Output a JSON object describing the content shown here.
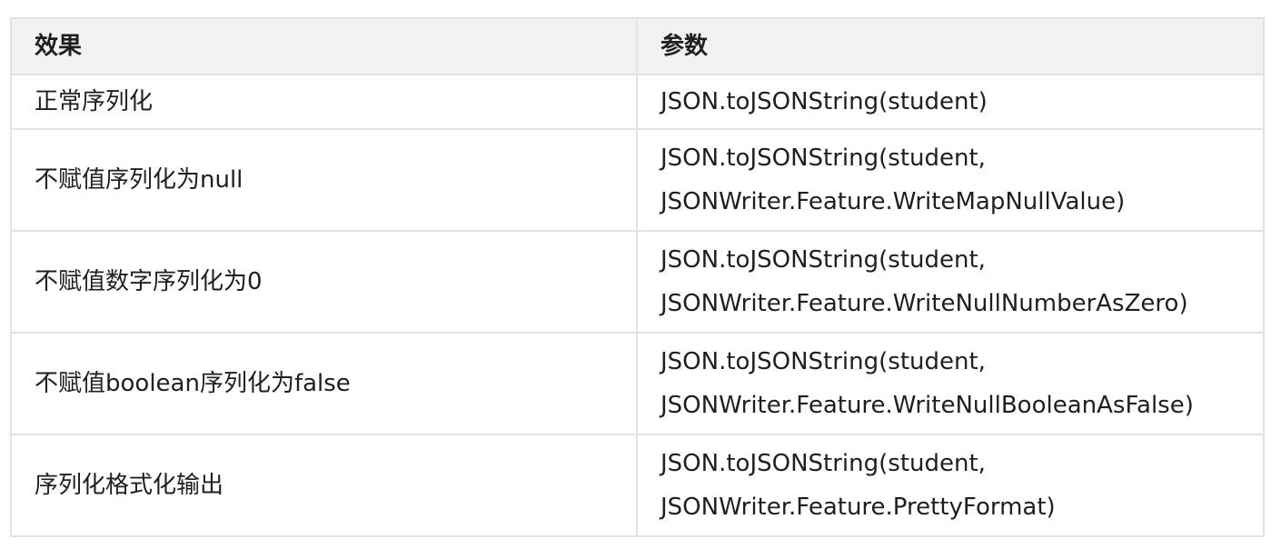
{
  "table": {
    "headers": [
      "效果",
      "参数"
    ],
    "rows": [
      {
        "effect": "正常序列化",
        "param_lines": [
          "JSON.toJSONString(student)"
        ]
      },
      {
        "effect": "不赋值序列化为null",
        "param_lines": [
          "JSON.toJSONString(student,",
          "JSONWriter.Feature.WriteMapNullValue)"
        ]
      },
      {
        "effect": "不赋值数字序列化为0",
        "param_lines": [
          "JSON.toJSONString(student,",
          "JSONWriter.Feature.WriteNullNumberAsZero)"
        ]
      },
      {
        "effect": "不赋值boolean序列化为false",
        "param_lines": [
          "JSON.toJSONString(student,",
          "JSONWriter.Feature.WriteNullBooleanAsFalse)"
        ]
      },
      {
        "effect": "序列化格式化输出",
        "param_lines": [
          "JSON.toJSONString(student,",
          "JSONWriter.Feature.PrettyFormat)"
        ]
      }
    ]
  },
  "colors": {
    "border": "#e2e2e2",
    "header_bg": "#f2f2f2",
    "text": "#1f1f1f"
  }
}
